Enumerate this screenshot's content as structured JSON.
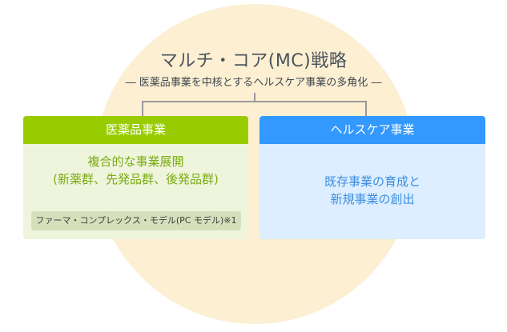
{
  "diagram": {
    "title": "マルチ・コア(MC)戦略",
    "subtitle": "― 医薬品事業を中核とするヘルスケア事業の多角化 ―",
    "colors": {
      "background_circle": "#fcefd2",
      "connector": "#9a9a9a",
      "pharma_header": "#99cc00",
      "pharma_body": "#eff5dc",
      "pharma_text": "#7aab14",
      "pharma_pill": "#d5e0bb",
      "health_header": "#3399ff",
      "health_body": "#dceeff",
      "health_text": "#3d8fe0"
    },
    "boxes": [
      {
        "header": "医薬品事業",
        "body_line1": "複合的な事業展開",
        "body_line2": "(新薬群、先発品群、後発品群)",
        "note": "ファーマ・コンプレックス・モデル(PC モデル)※1"
      },
      {
        "header": "ヘルスケア事業",
        "body_line1": "既存事業の育成と",
        "body_line2": "新規事業の創出"
      }
    ]
  }
}
